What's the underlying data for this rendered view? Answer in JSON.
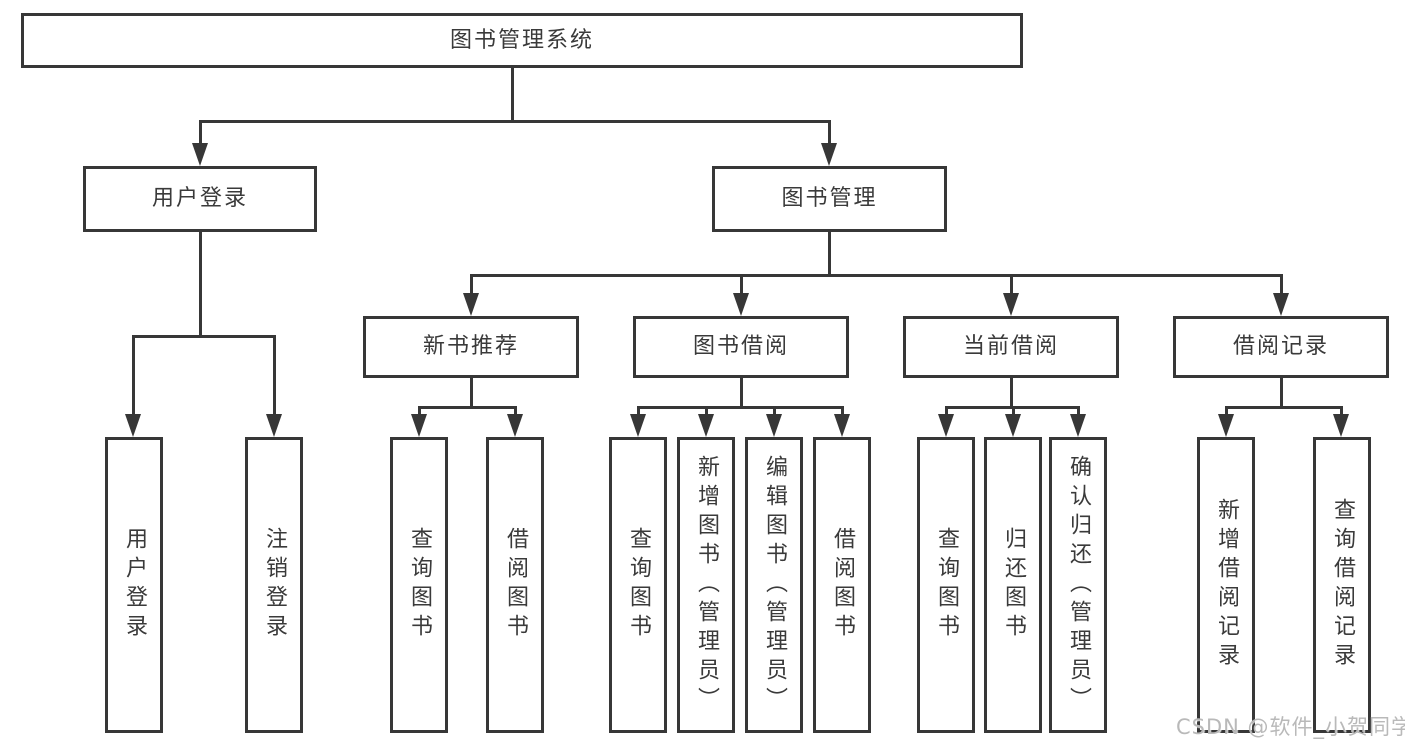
{
  "diagram": {
    "root": "图书管理系统",
    "level2": {
      "user_login": "用户登录",
      "book_management": "图书管理"
    },
    "level3": {
      "new_book_recommend": "新书推荐",
      "book_borrowing": "图书借阅",
      "current_borrowing": "当前借阅",
      "borrowing_records": "借阅记录"
    },
    "leaves": {
      "user_login": [
        "用户登录",
        "注销登录"
      ],
      "new_book_recommend": [
        "查询图书",
        "借阅图书"
      ],
      "book_borrowing": [
        "查询图书",
        "新增图书（管理员）",
        "编辑图书（管理员）",
        "借阅图书"
      ],
      "current_borrowing": [
        "查询图书",
        "归还图书",
        "确认归还（管理员）"
      ],
      "borrowing_records": [
        "新增借阅记录",
        "查询借阅记录"
      ]
    },
    "watermark": "CSDN @软件_小贺同学",
    "colors": {
      "line": "#373737",
      "text": "#3a3a3a",
      "box_background": "#ffffff",
      "watermark": "#b9b9b9"
    }
  }
}
